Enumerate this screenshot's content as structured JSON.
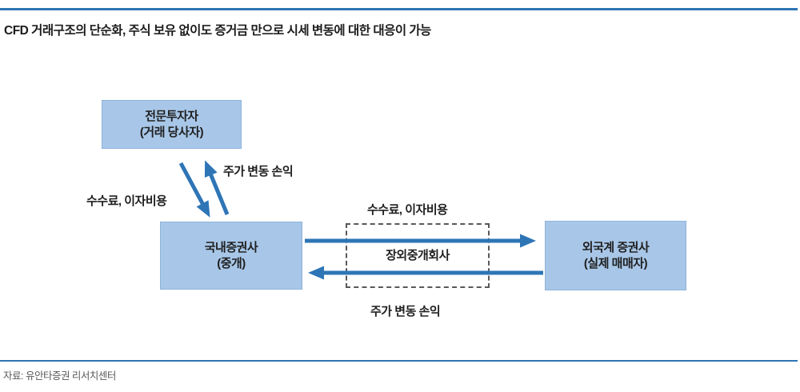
{
  "page": {
    "title": "CFD 거래구조의 단순화, 주식 보유 없이도 증거금 만으로 시세 변동에 대한 대응이 가능",
    "source": "자료: 유안타증권 리서치센터"
  },
  "colors": {
    "rule_blue": "#2e74b5",
    "node_fill": "#a8c7e8",
    "node_border": "#8db4da",
    "arrow_blue": "#2e75b6",
    "dashed_border": "#595959",
    "text_dark": "#1f1f1f",
    "source_gray": "#595959"
  },
  "diagram": {
    "nodes": {
      "professional_investor": {
        "line1": "전문투자자",
        "line2": "(거래 당사자)"
      },
      "domestic_broker": {
        "line1": "국내증권사",
        "line2": "(중개)"
      },
      "otc_intermediary": {
        "line1": "장외중개회사"
      },
      "foreign_broker": {
        "line1": "외국계 증권사",
        "line2": "(실제 매매자)"
      }
    },
    "edge_labels": {
      "investor_gain": "주가 변동 손익",
      "investor_fee": "수수료, 이자비용",
      "broker_fee": "수수료, 이자비용",
      "broker_gain": "주가 변동 손익"
    }
  }
}
